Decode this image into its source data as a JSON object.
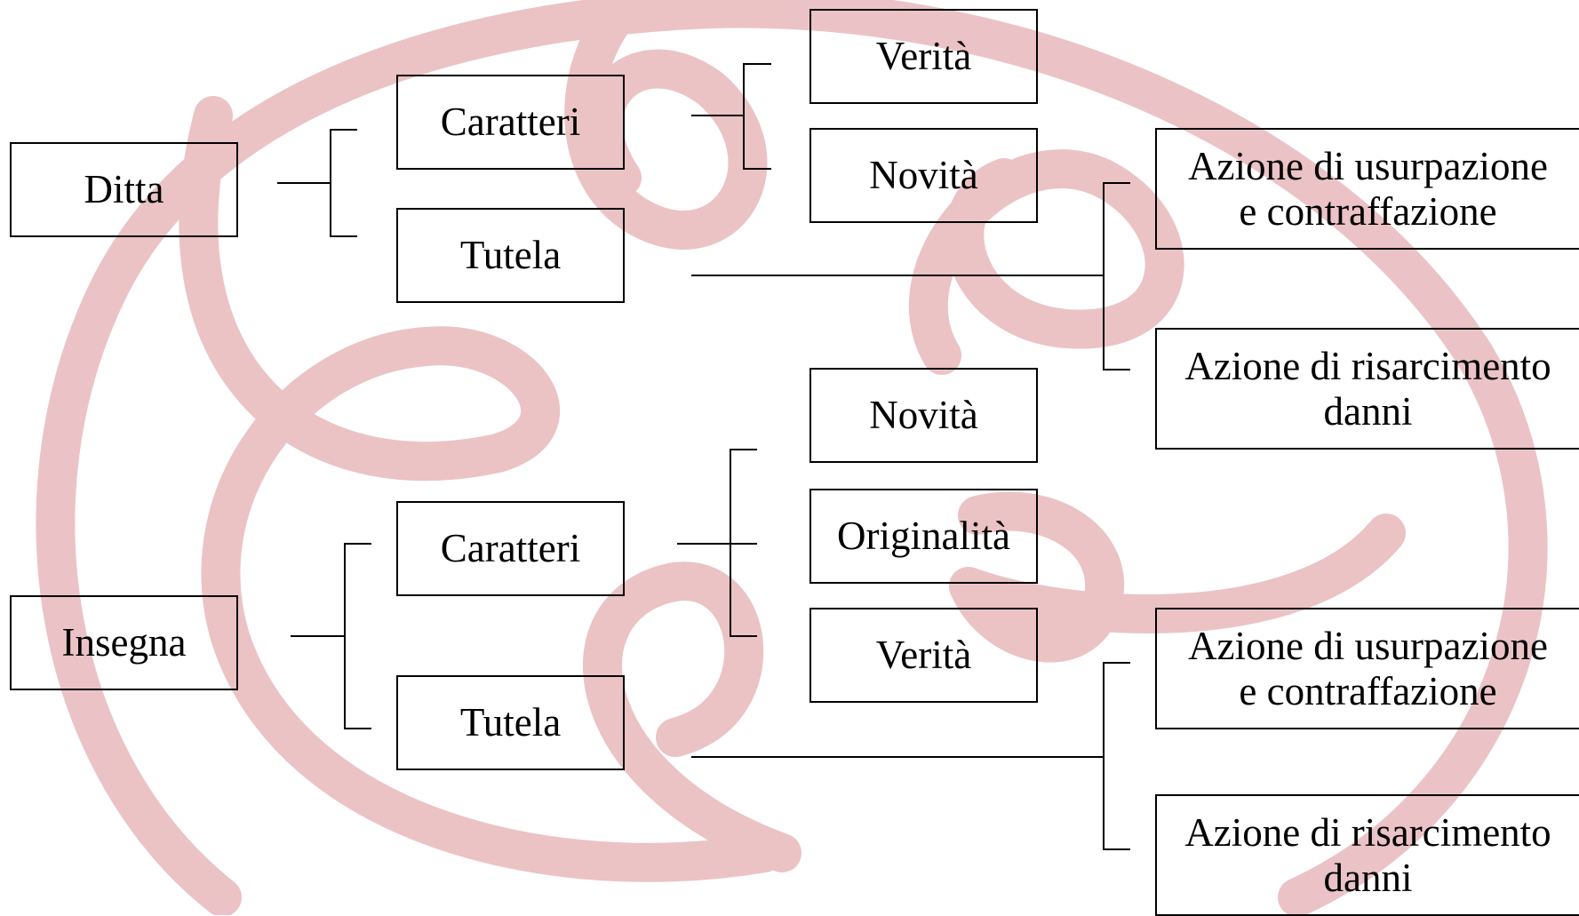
{
  "watermark": {
    "icon": "ribbon-loop-logo",
    "color": "#e8b9bc"
  },
  "diagram": {
    "ditta": {
      "label": "Ditta",
      "caratteri": {
        "label": "Caratteri",
        "items": [
          "Verità",
          "Novità"
        ]
      },
      "tutela": {
        "label": "Tutela",
        "azioni": [
          {
            "line1": "Azione di usurpazione",
            "line2": "e contraffazione"
          },
          {
            "line1": "Azione di risarcimento",
            "line2": "danni"
          }
        ]
      }
    },
    "insegna": {
      "label": "Insegna",
      "caratteri": {
        "label": "Caratteri",
        "items": [
          "Novità",
          "Originalità",
          "Verità"
        ]
      },
      "tutela": {
        "label": "Tutela",
        "azioni": [
          {
            "line1": "Azione di usurpazione",
            "line2": "e contraffazione"
          },
          {
            "line1": "Azione di risarcimento",
            "line2": "danni"
          }
        ]
      }
    }
  }
}
